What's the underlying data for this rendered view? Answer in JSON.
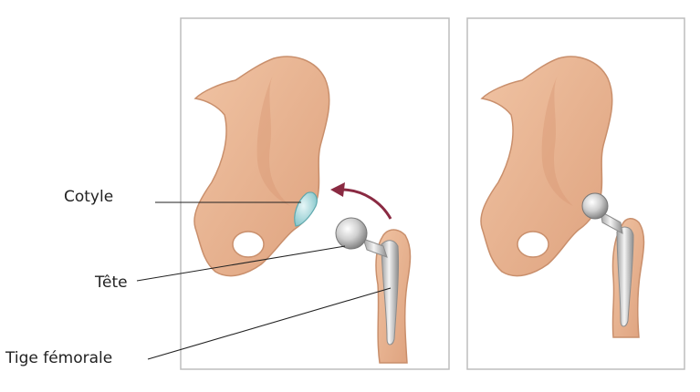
{
  "labels": {
    "cotyle": "Cotyle",
    "tete": "Tête",
    "tige": "Tige fémorale"
  },
  "colors": {
    "bone_fill": "#e8b592",
    "bone_outline": "#c98f6c",
    "bone_shadow": "#d49a78",
    "implant_metal": "#c9c9c9",
    "cup_liner": "#9fd4d8",
    "arrow": "#8a2a42",
    "panel_border": "#bdbdbd",
    "leader_line": "#222222"
  },
  "icons": {
    "arrow": "curved-arrow-icon"
  }
}
